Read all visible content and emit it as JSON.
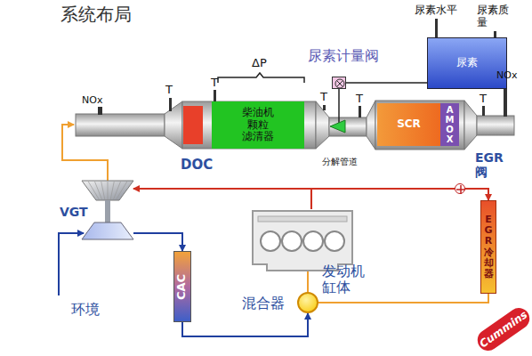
{
  "diagram": {
    "title": "系统布局",
    "nodes": [
      {
        "text": [
          "尿素计量阀"
        ]
      },
      {
        "text": [
          "尿素"
        ]
      },
      {
        "text": [
          "DOC"
        ]
      },
      {
        "text": [
          "柴油机 颗粒 滤清器"
        ]
      },
      {
        "text": [
          "SCR"
        ]
      },
      {
        "text": [
          "AMOX"
        ]
      },
      {
        "text": [
          "EGR 阀"
        ]
      },
      {
        "text": [
          "VGT"
        ]
      },
      {
        "text": [
          "发动机 缸体"
        ]
      },
      {
        "text": [
          "EGR冷却器"
        ]
      },
      {
        "text": [
          "CAC"
        ]
      },
      {
        "text": [
          "混合器"
        ]
      }
    ],
    "edges": [
      {
        "from": 1,
        "to": 0,
        "arrow": "none"
      },
      {
        "from": 8,
        "to": 7,
        "arrow": "to"
      },
      {
        "from": 8,
        "to": 6,
        "arrow": "none"
      },
      {
        "from": 6,
        "to": 9,
        "arrow": "to"
      },
      {
        "from": 7,
        "to": 10,
        "arrow": "to"
      },
      {
        "from": 10,
        "to": 11,
        "arrow": "to"
      },
      {
        "from": 9,
        "to": 11,
        "arrow": "none"
      },
      {
        "from": 11,
        "to": 8,
        "arrow": "none"
      }
    ],
    "labels": [
      "尿素水平",
      "尿素质 量",
      "ΔP",
      "NOx",
      "T",
      "T",
      "NOx",
      "T",
      "T",
      "T",
      "分解管道",
      "环境",
      "Cummins"
    ]
  }
}
